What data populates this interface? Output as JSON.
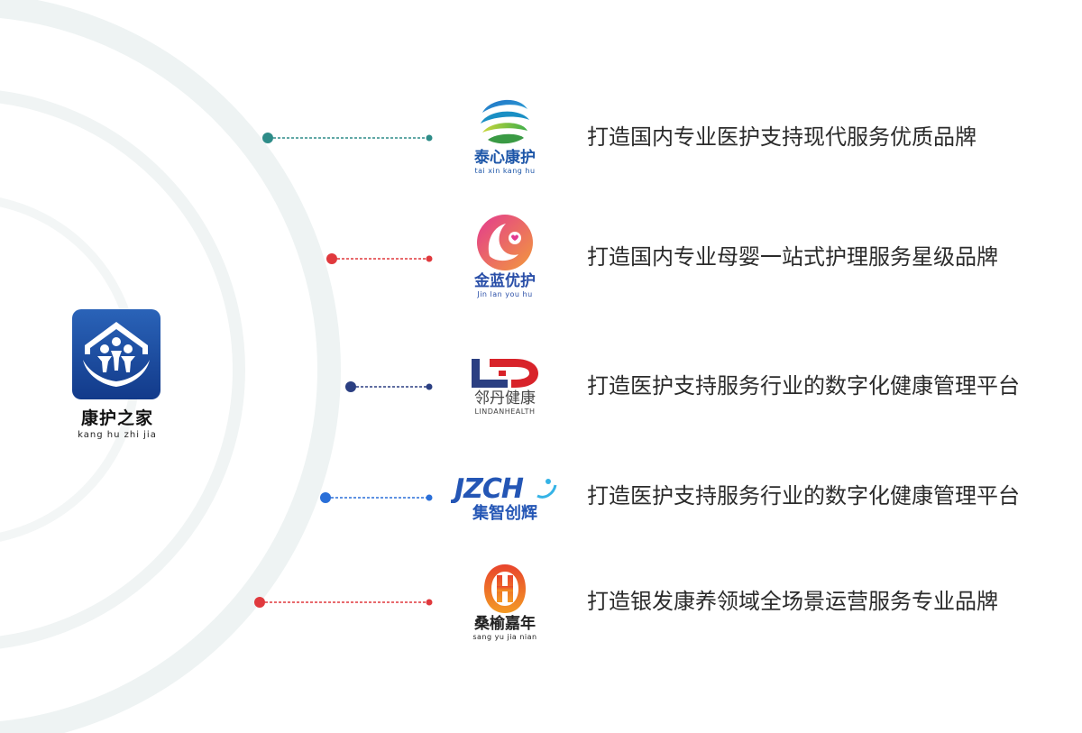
{
  "main_brand": {
    "name": "康护之家",
    "pinyin": "kang hu zhi jia"
  },
  "brands": [
    {
      "name": "泰心康护",
      "sub": "tai xin kang hu",
      "slogan": "打造国内专业医护支持现代服务优质品牌",
      "color": "#2e8c88",
      "icon": "swirl-globe-icon"
    },
    {
      "name": "金蓝优护",
      "sub": "Jin lan you hu",
      "slogan": "打造国内专业母婴一站式护理服务星级品牌",
      "color": "#e0393d",
      "icon": "mother-baby-icon"
    },
    {
      "name": "邻丹健康",
      "sub": "LINDANHEALTH",
      "slogan": "打造医护支持服务行业的数字化健康管理平台",
      "color": "#2b3f82",
      "icon": "ld-monogram-icon"
    },
    {
      "name": "集智创辉",
      "sub": "",
      "slogan": "打造医护支持服务行业的数字化健康管理平台",
      "color": "#2a6fd8",
      "icon": "jzch-wordmark-icon"
    },
    {
      "name": "桑榆嘉年",
      "sub": "sang yu jia nian",
      "slogan": "打造银发康养领域全场景运营服务专业品牌",
      "color": "#e0393d",
      "icon": "h-monogram-icon"
    }
  ]
}
